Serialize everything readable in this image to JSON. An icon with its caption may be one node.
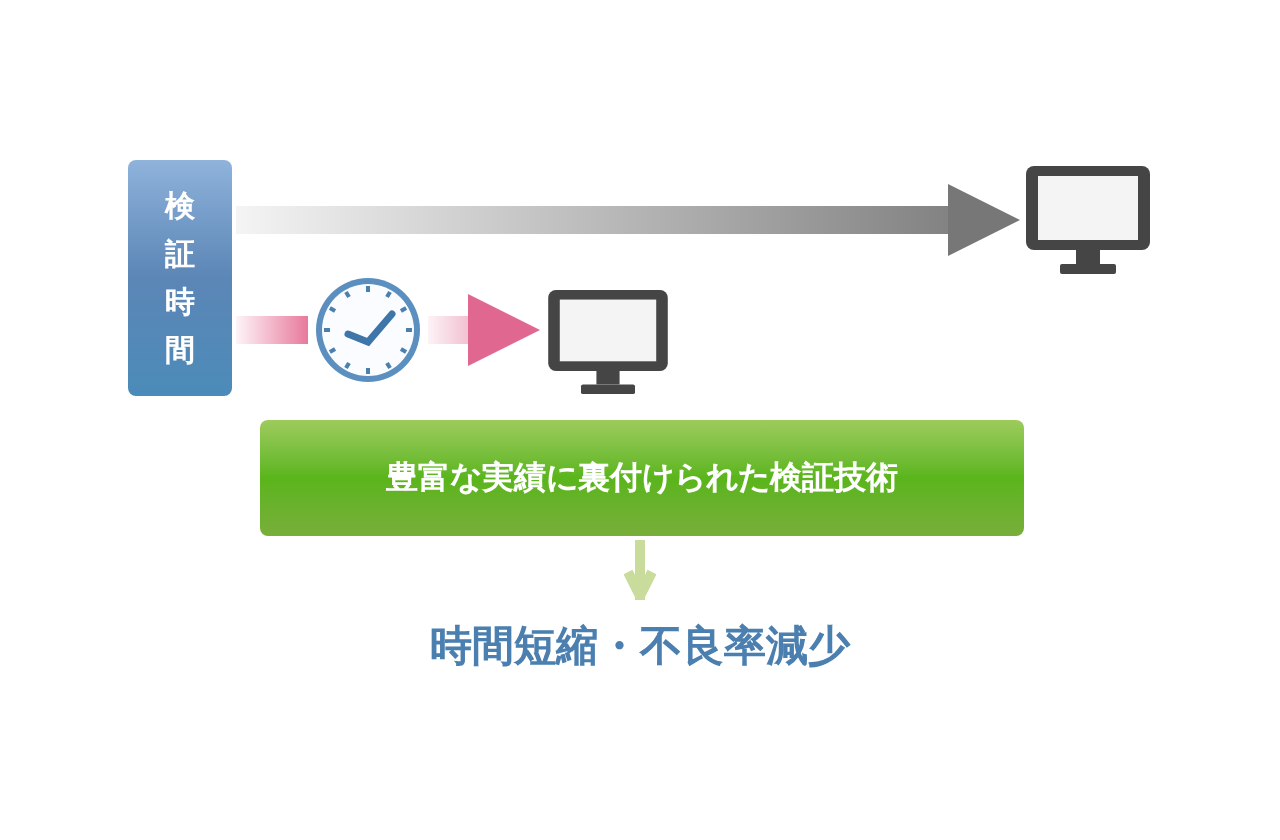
{
  "diagram": {
    "nodes": [
      {
        "text": [
          "検証時間"
        ]
      },
      {
        "text": [],
        "shape": "monitor"
      },
      {
        "text": [],
        "shape": "clock"
      },
      {
        "text": [],
        "shape": "monitor"
      },
      {
        "text": [
          "豊富な実績に裏付けられた検証技術"
        ]
      },
      {
        "text": [
          "時間短縮・不良率減少"
        ]
      }
    ],
    "edges": [
      {
        "from": 0,
        "to": 1,
        "arrow": "to",
        "style": "thick",
        "color": "#777777"
      },
      {
        "from": 0,
        "to": 2,
        "arrow": "none",
        "style": "thick",
        "color": "#e8799c"
      },
      {
        "from": 2,
        "to": 3,
        "arrow": "to",
        "style": "thick",
        "color": "#e06890"
      },
      {
        "from": 4,
        "to": 5,
        "arrow": "to",
        "color": "#c9dc9c"
      }
    ]
  }
}
